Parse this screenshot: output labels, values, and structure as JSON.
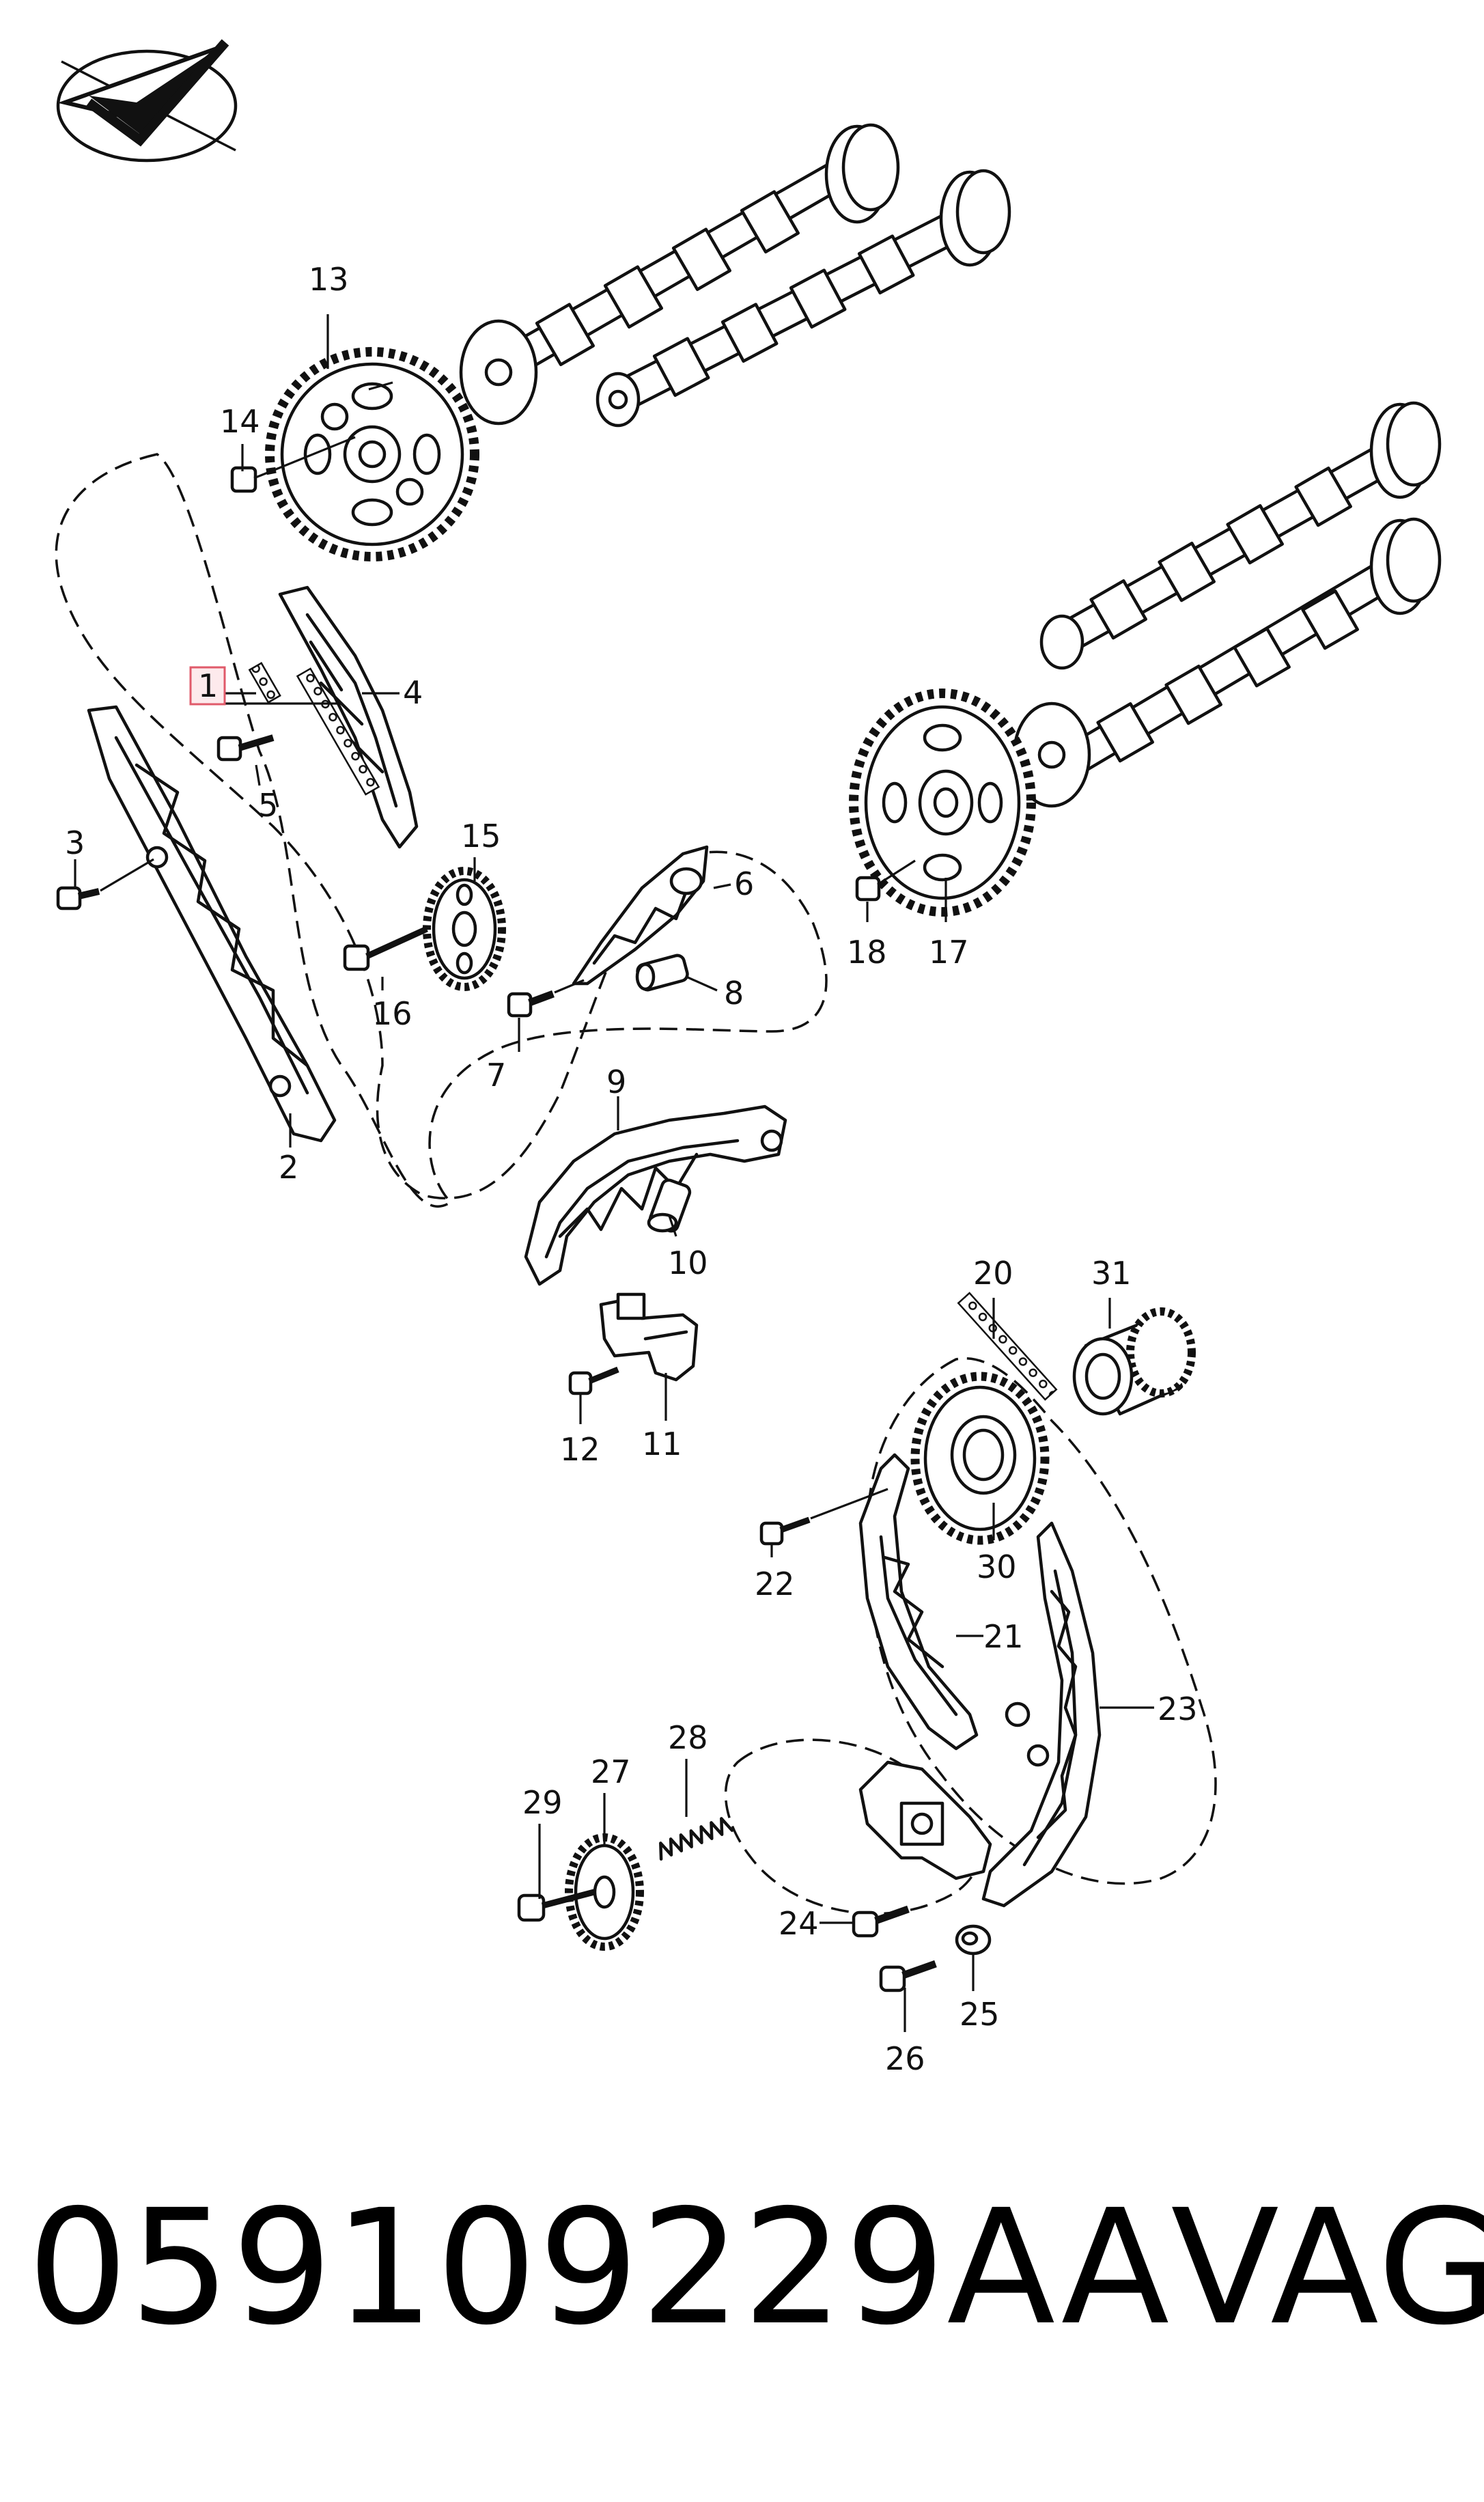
{
  "callouts": {
    "c1": "1",
    "c2": "2",
    "c3": "3",
    "c4": "4",
    "c5": "5",
    "c6": "6",
    "c7": "7",
    "c8": "8",
    "c9": "9",
    "c10": "10",
    "c11": "11",
    "c12": "12",
    "c13": "13",
    "c14": "14",
    "c15": "15",
    "c16": "16",
    "c17": "17",
    "c18": "18",
    "c20": "20",
    "c21": "21",
    "c22": "22",
    "c23": "23",
    "c24": "24",
    "c25": "25",
    "c26": "26",
    "c27": "27",
    "c28": "28",
    "c29": "29",
    "c30": "30",
    "c31": "31"
  },
  "footer": {
    "part_number": "059109229AA",
    "brand": "VAG"
  },
  "logo_icon": "paper-plane-checkmark-logo",
  "highlight_color": "#e05a6a"
}
